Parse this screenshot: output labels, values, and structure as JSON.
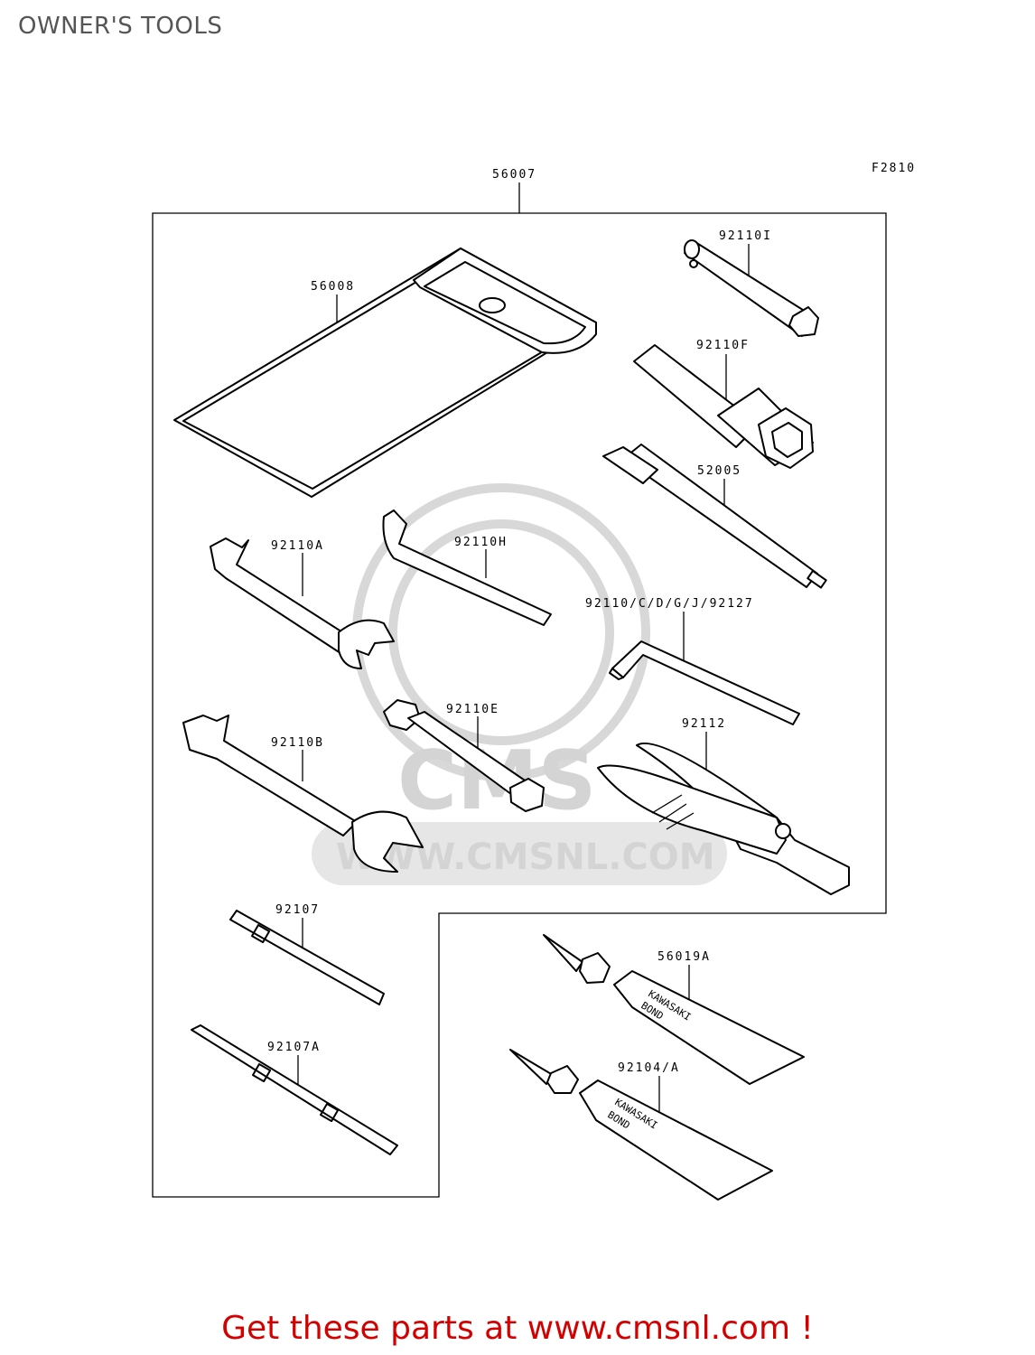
{
  "page": {
    "title": "OWNER'S TOOLS",
    "figure_code": "F2810",
    "footer": "Get these parts at www.cmsnl.com !"
  },
  "watermark": {
    "text": "WWW.CMSNL.COM",
    "logo": "CMS"
  },
  "parts": {
    "kit": "56007",
    "pouch": "56008",
    "tube_wrench_i": "92110I",
    "box_wrench_f": "92110F",
    "pump_tool": "52005",
    "wrench_a": "92110A",
    "hook_wrench": "92110H",
    "hex_key": "92110/C/D/G/J/92127",
    "wrench_b": "92110B",
    "spark_wrench_e": "92110E",
    "pliers": "92112",
    "screwdriver_a": "92107",
    "screwdriver_b": "92107A",
    "bond_a": "56019A",
    "bond_b": "92104/A"
  },
  "tube_label": {
    "line1": "KAWASAKI",
    "line2": "BOND"
  }
}
